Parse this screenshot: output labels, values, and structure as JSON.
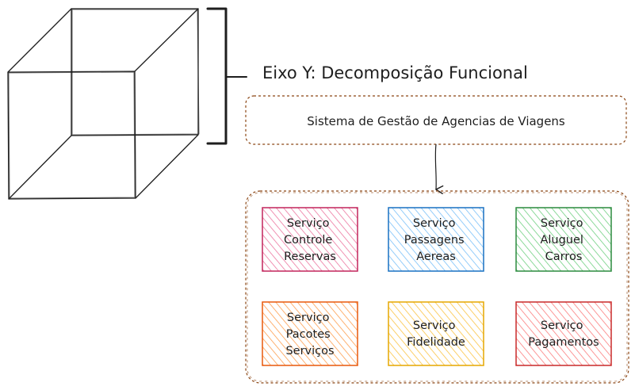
{
  "diagram": {
    "title": "Eixo Y: Decomposição Funcional",
    "system_label": "Sistema de Gestão de Agencias de Viagens",
    "services": [
      {
        "lines": [
          "Serviço",
          "Controle",
          "Reservas"
        ],
        "fill": "#e64980",
        "stroke": "#c2255c"
      },
      {
        "lines": [
          "Serviço",
          "Passagens",
          "Aereas"
        ],
        "fill": "#4dabf7",
        "stroke": "#1971c2"
      },
      {
        "lines": [
          "Serviço",
          "Aluguel",
          "Carros"
        ],
        "fill": "#40c057",
        "stroke": "#2b8a3e"
      },
      {
        "lines": [
          "Serviço",
          "Pacotes",
          "Serviços"
        ],
        "fill": "#fd7e14",
        "stroke": "#e8590c"
      },
      {
        "lines": [
          "Serviço",
          "Fidelidade"
        ],
        "fill": "#fab005",
        "stroke": "#e6a700"
      },
      {
        "lines": [
          "Serviço",
          "Pagamentos"
        ],
        "fill": "#fa5252",
        "stroke": "#c92a2a"
      }
    ],
    "colors": {
      "ink": "#1e1e1e",
      "dashed_border": "#8b4513"
    }
  }
}
